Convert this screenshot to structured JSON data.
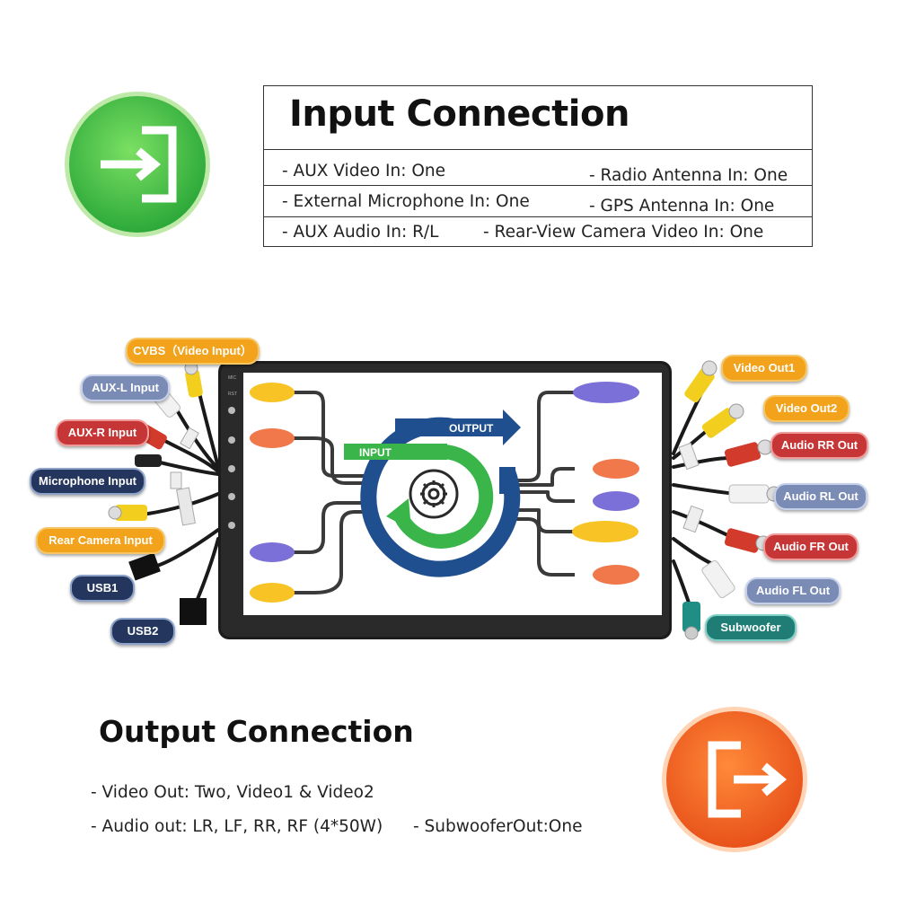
{
  "input": {
    "title": "Input Connection",
    "specs": {
      "aux_video": "- AUX Video In: One",
      "radio_antenna": "- Radio Antenna In: One",
      "ext_mic": "- External Microphone In: One",
      "gps_antenna": "- GPS Antenna In: One",
      "aux_audio": "- AUX Audio In: R/L",
      "rear_camera": "- Rear-View Camera Video In: One"
    }
  },
  "output": {
    "title": "Output Connection",
    "specs": {
      "video_out": "- Video Out: Two, Video1 & Video2",
      "audio_out": "- Audio out: LR, LF, RR, RF (4*50W)",
      "subwoofer": "- SubwooferOut:One"
    }
  },
  "screen": {
    "flow_input": "INPUT",
    "flow_output": "OUTPUT",
    "side_labels": [
      "MIC",
      "RST"
    ]
  },
  "cables": {
    "left": {
      "cvbs": "CVBS（Video Input）",
      "aux_l": "AUX-L Input",
      "aux_r": "AUX-R Input",
      "mic": "Microphone Input",
      "rear_cam": "Rear Camera Input",
      "usb1": "USB1",
      "usb2": "USB2"
    },
    "right": {
      "video_out1": "Video Out1",
      "video_out2": "Video Out2",
      "audio_rr": "Audio RR Out",
      "audio_rl": "Audio RL Out",
      "audio_fr": "Audio FR Out",
      "audio_fl": "Audio FL Out",
      "subwoofer": "Subwoofer"
    }
  },
  "colors": {
    "input_icon": "#3fbf3f",
    "output_icon": "#f05a1a",
    "flow_blue": "#1f4f8f",
    "flow_green": "#39b54a",
    "pill_yellow": "#f7c325",
    "pill_orange": "#f0784a",
    "pill_purple": "#7b70d8"
  },
  "icons": {
    "input": "enter-arrow-icon",
    "output": "exit-arrow-icon",
    "center": "gear-icon"
  }
}
